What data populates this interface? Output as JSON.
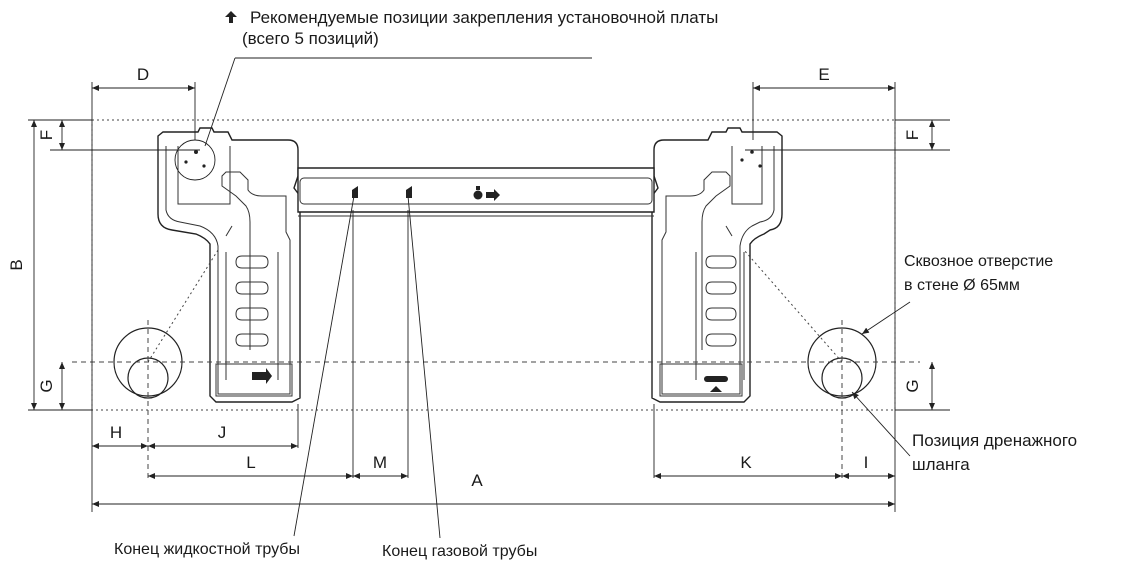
{
  "annotations": {
    "recommended_positions_line1": "Рекомендуемые позиции закрепления установочной платы",
    "recommended_positions_line2": "(всего 5 позиций)",
    "through_hole_line1": "Сквозное отверстие",
    "through_hole_line2": "в стене Ø 65мм",
    "drain_hose_line1": "Позиция дренажного",
    "drain_hose_line2": "шланга",
    "liquid_pipe_end": "Конец жидкостной трубы",
    "gas_pipe_end": "Конец газовой трубы"
  },
  "dimensions": {
    "A": "A",
    "B": "B",
    "D": "D",
    "E": "E",
    "F_left": "F",
    "F_right": "F",
    "G_left": "G",
    "G_right": "G",
    "H": "H",
    "I": "I",
    "J": "J",
    "K": "K",
    "L": "L",
    "M": "M"
  },
  "colors": {
    "line": "#222222",
    "background": "#ffffff"
  },
  "icons": {
    "recommended_marker": "up-arrow-icon"
  }
}
